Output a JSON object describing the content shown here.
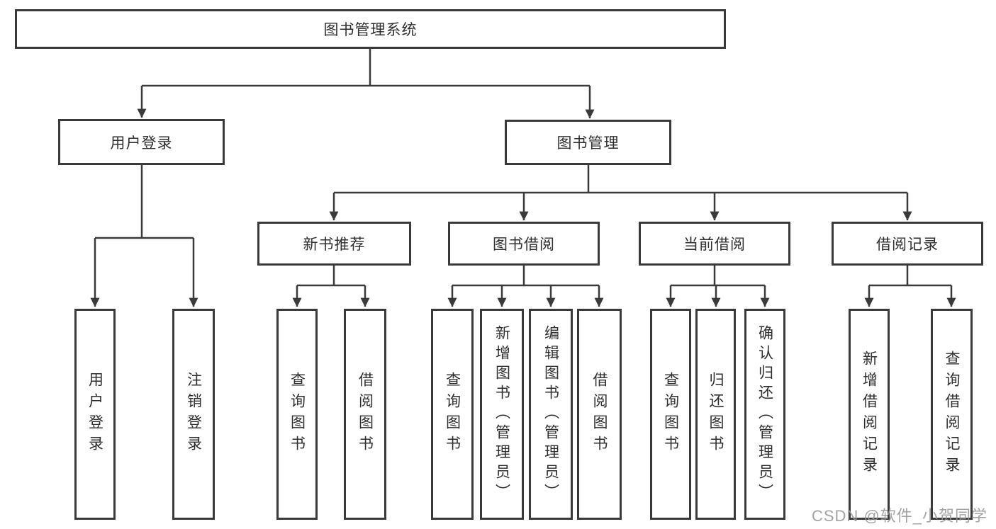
{
  "tree": {
    "root": {
      "label": "图书管理系统",
      "children": [
        {
          "label": "用户登录",
          "children": [
            {
              "label": "用户登录"
            },
            {
              "label": "注销登录"
            }
          ]
        },
        {
          "label": "图书管理",
          "children": [
            {
              "label": "新书推荐",
              "children": [
                {
                  "label": "查询图书"
                },
                {
                  "label": "借阅图书"
                }
              ]
            },
            {
              "label": "图书借阅",
              "children": [
                {
                  "label": "查询图书"
                },
                {
                  "label": "新增图书（管理员）"
                },
                {
                  "label": "编辑图书（管理员）"
                },
                {
                  "label": "借阅图书"
                }
              ]
            },
            {
              "label": "当前借阅",
              "children": [
                {
                  "label": "查询图书"
                },
                {
                  "label": "归还图书"
                },
                {
                  "label": "确认归还（管理员）"
                }
              ]
            },
            {
              "label": "借阅记录",
              "children": [
                {
                  "label": "新增借阅记录"
                },
                {
                  "label": "查询借阅记录"
                }
              ]
            }
          ]
        }
      ]
    }
  },
  "watermark": {
    "text": "CSDN @软件_小贺同学"
  },
  "colors": {
    "line": "#3a3a3a",
    "node_border": "#3a3a3a",
    "node_text": "#2e2e2e",
    "background": "#ffffff",
    "watermark": "#969696"
  }
}
